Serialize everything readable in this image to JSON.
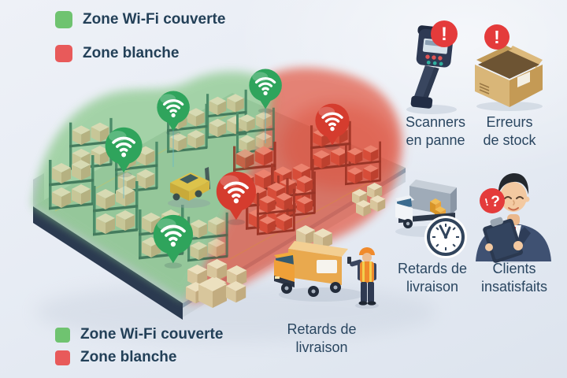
{
  "colors": {
    "background": "#e9edf4",
    "text": "#234058",
    "zone_wifi_green": "#6fc370",
    "zone_blanche_red": "#e85a5a",
    "wifi_pin_green": "#2fa45c",
    "wifi_pin_red": "#d53c2e",
    "alert_red": "#e43b3b"
  },
  "legend_top": {
    "items": [
      {
        "label": "Zone Wi-Fi couverte"
      },
      {
        "label": "Zone blanche"
      }
    ]
  },
  "legend_bottom": {
    "items": [
      {
        "label_bold": "Zone",
        "label_rest": " Wi-Fi couverte"
      },
      {
        "label_bold": "",
        "label_rest": "Zone blanche"
      }
    ]
  },
  "warehouse": {
    "green_wifi_pin_count": 4,
    "red_wifi_pin_count": 2
  },
  "truck_caption": {
    "line1": "Retards de",
    "line2": "livraison"
  },
  "problems": [
    {
      "name": "scanners-en-panne",
      "line1": "Scanners",
      "line2": "en panne"
    },
    {
      "name": "erreurs-de-stock",
      "line1": "Erreurs",
      "line2": "de stock"
    },
    {
      "name": "retards-de-livraison",
      "line1": "Retards de",
      "line2": "livraison"
    },
    {
      "name": "clients-insatisfaits",
      "line1": "Clients",
      "line2": "insatisfaits"
    }
  ],
  "badges": {
    "alert": "!",
    "question": "?"
  }
}
